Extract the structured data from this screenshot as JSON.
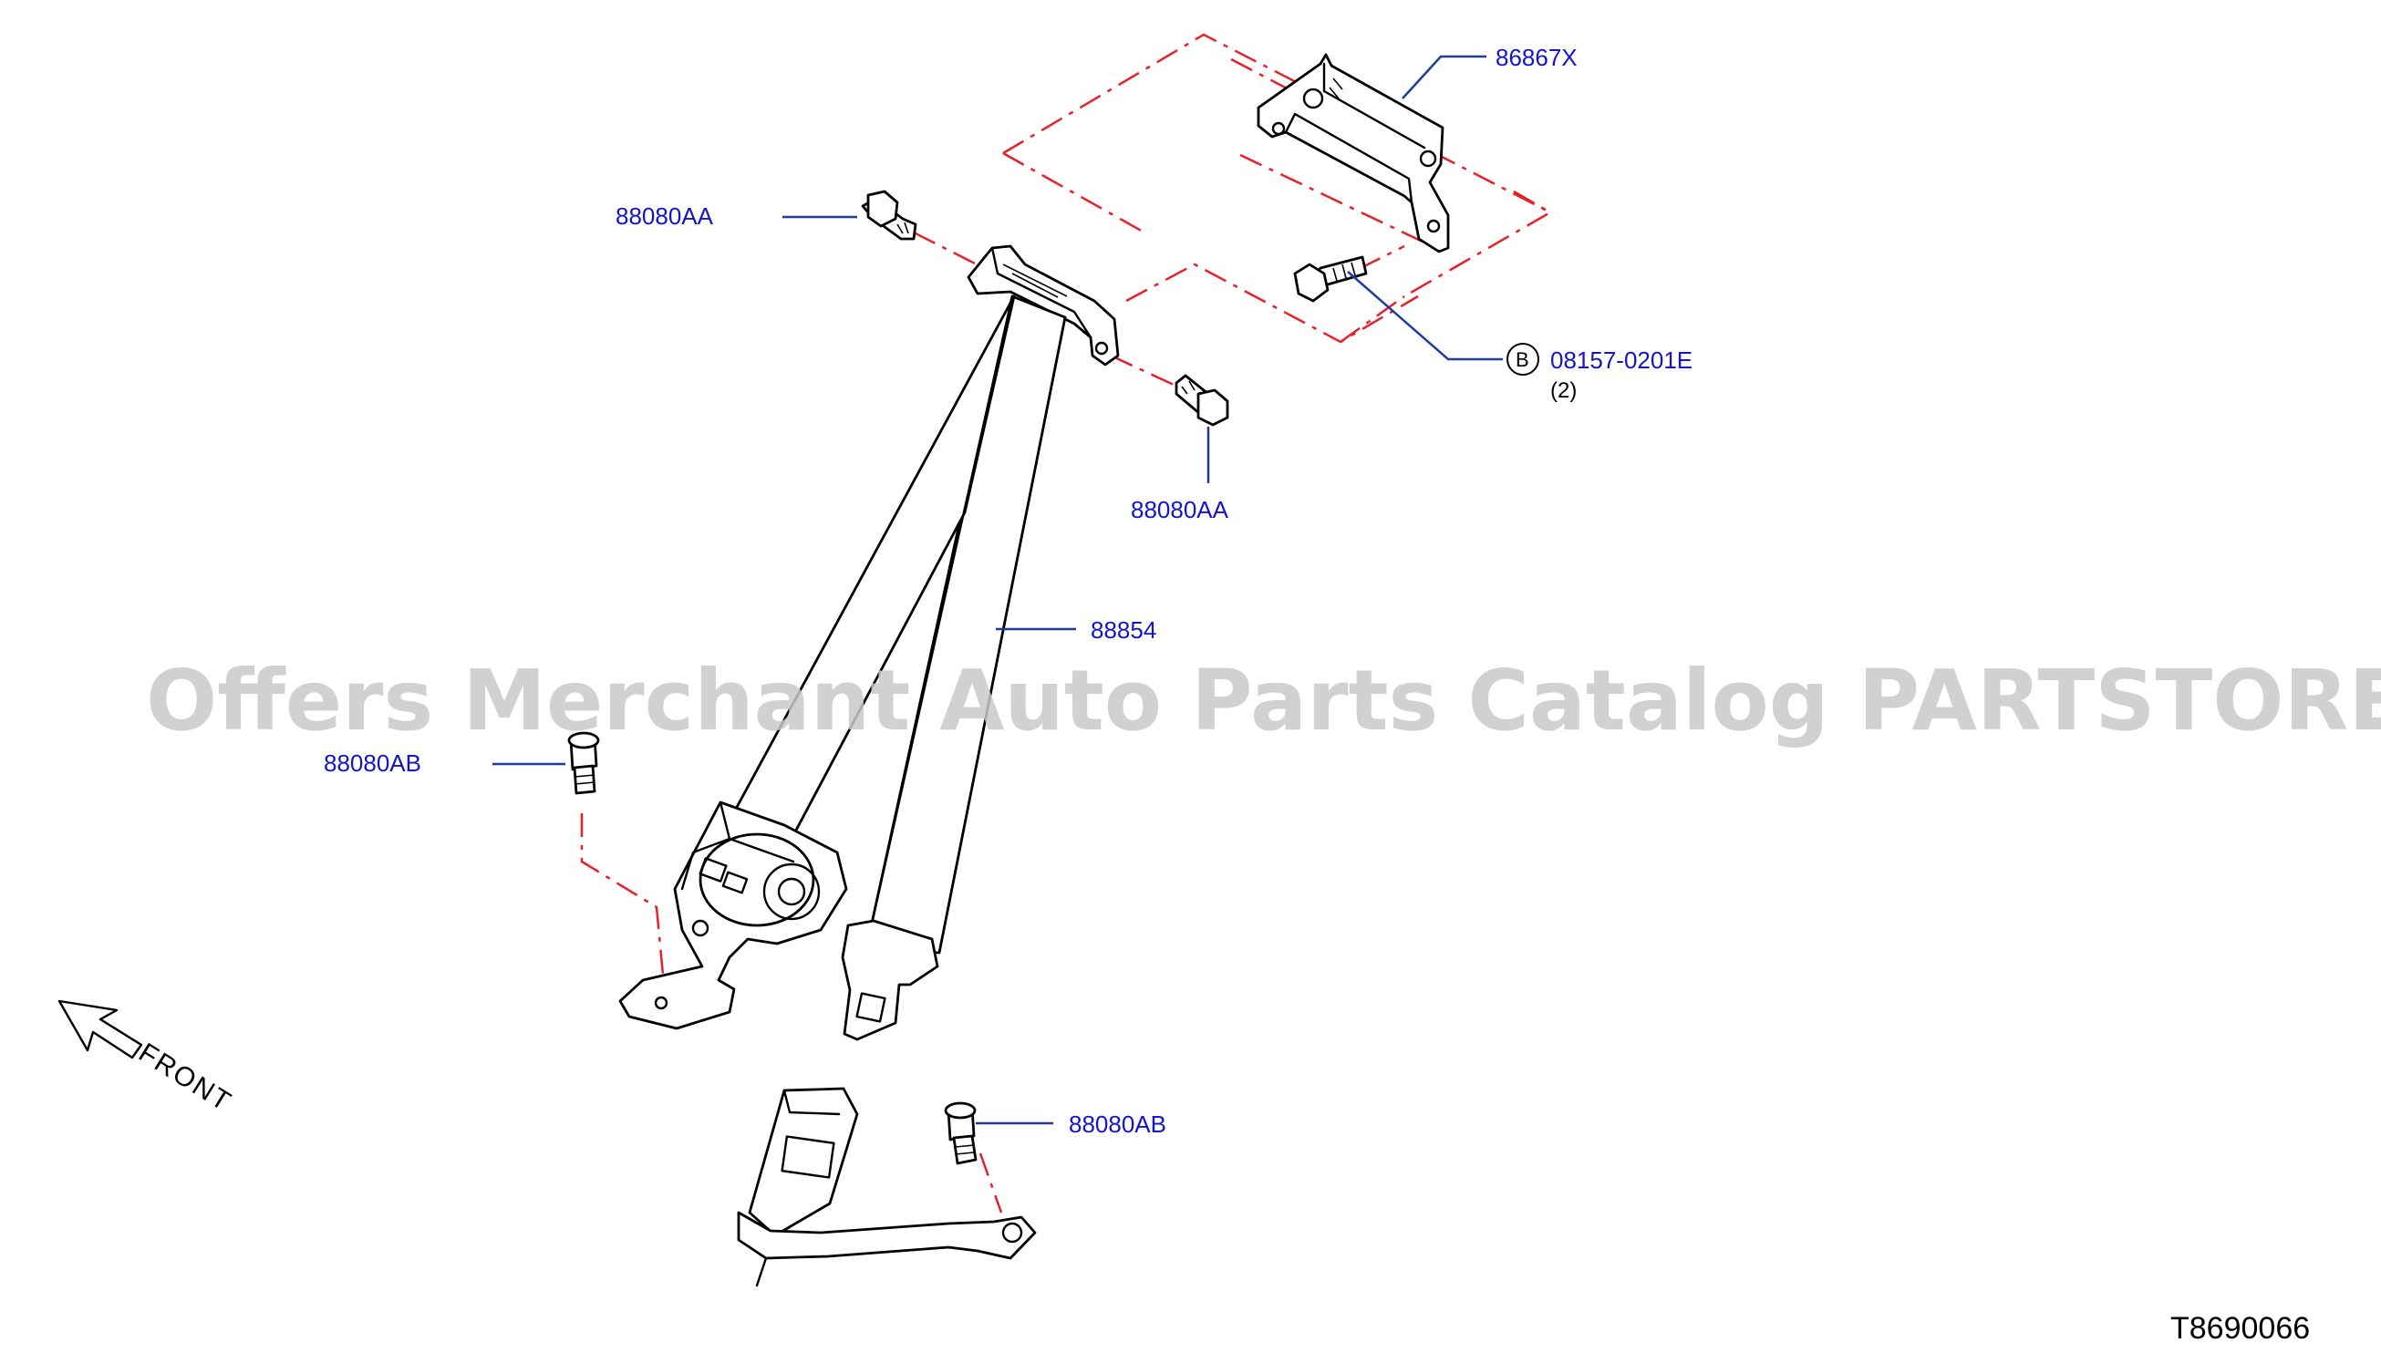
{
  "diagram": {
    "watermark": "Offers Merchant Auto Parts Catalog PARTSTORE.SA",
    "sheet_id": "T8690066",
    "front_label": "FRONT",
    "labels": {
      "bracket": "86867X",
      "bolt_top_left": "88080AA",
      "bolt_top_right": "88080AA",
      "bolt_b": "08157-0201E",
      "bolt_b_badge": "B",
      "bolt_b_qty": "(2)",
      "belt": "88854",
      "bolt_lower_left": "88080AB",
      "bolt_bottom": "88080AB"
    },
    "colors": {
      "label": "#1414c8",
      "leader": "#1e3c9a",
      "phantom": "#e8202a",
      "watermark": "#c9c9c9"
    }
  }
}
